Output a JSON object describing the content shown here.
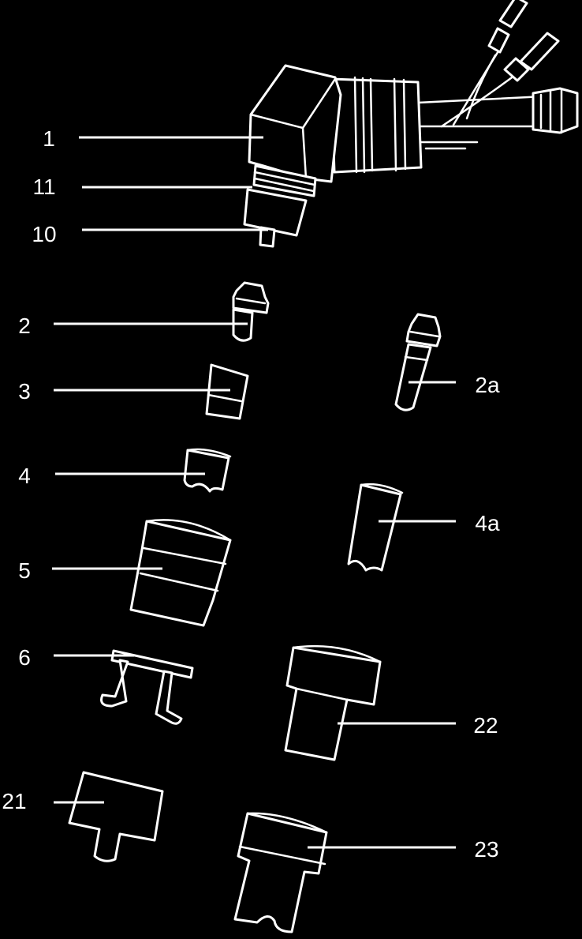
{
  "colors": {
    "background": "#000000",
    "foreground": "#ffffff"
  },
  "callouts": [
    {
      "id": "1",
      "label": "1"
    },
    {
      "id": "11",
      "label": "11"
    },
    {
      "id": "10",
      "label": "10"
    },
    {
      "id": "2",
      "label": "2"
    },
    {
      "id": "2a",
      "label": "2a"
    },
    {
      "id": "3",
      "label": "3"
    },
    {
      "id": "4",
      "label": "4"
    },
    {
      "id": "4a",
      "label": "4a"
    },
    {
      "id": "5",
      "label": "5"
    },
    {
      "id": "6",
      "label": "6"
    },
    {
      "id": "22",
      "label": "22"
    },
    {
      "id": "21",
      "label": "21"
    },
    {
      "id": "23",
      "label": "23"
    }
  ]
}
